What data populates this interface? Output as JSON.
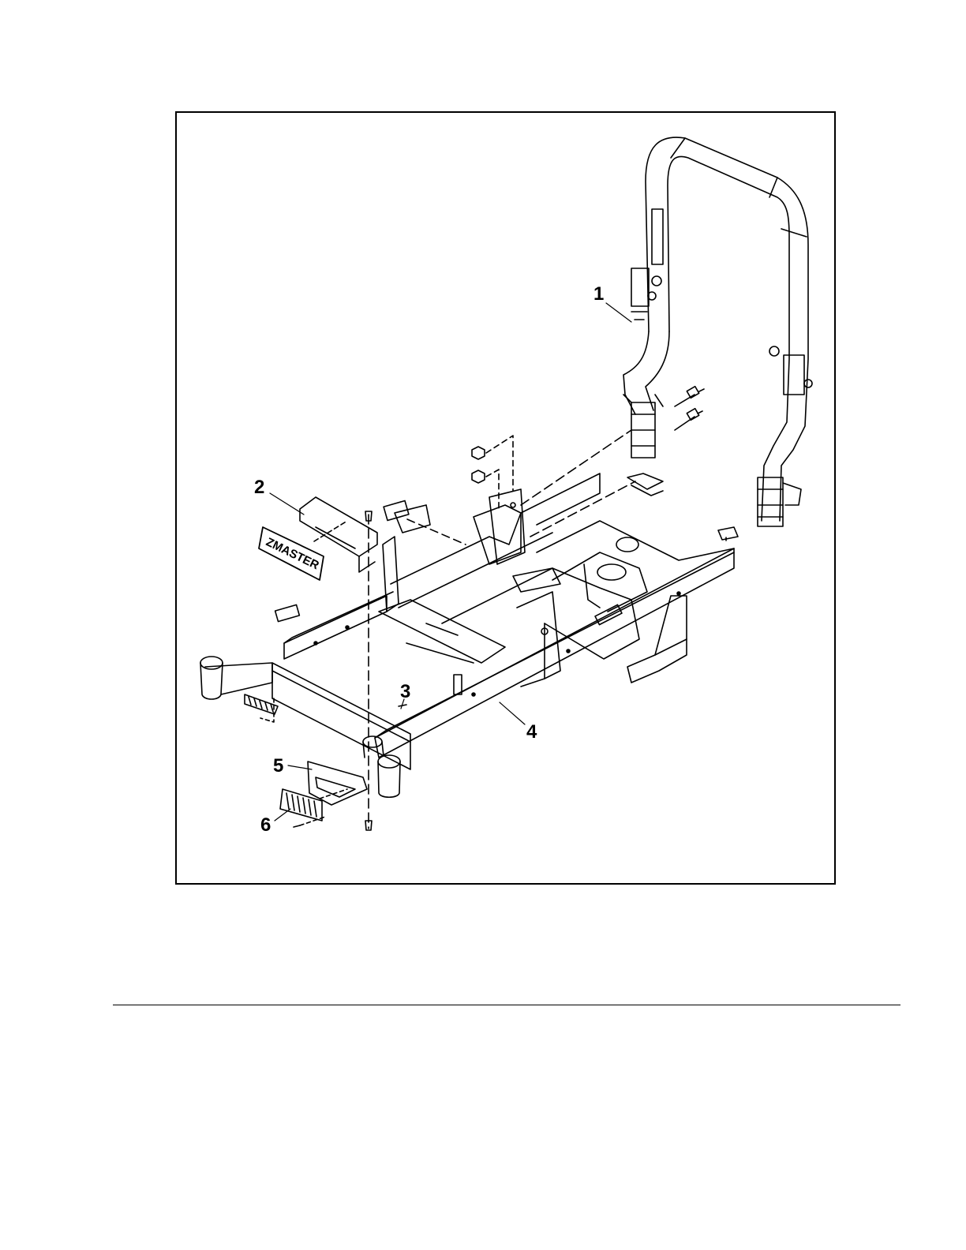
{
  "figure": {
    "logo_text": "ZMASTER",
    "callouts": [
      {
        "id": "1",
        "label": "1"
      },
      {
        "id": "2",
        "label": "2"
      },
      {
        "id": "3",
        "label": "3"
      },
      {
        "id": "4",
        "label": "4"
      },
      {
        "id": "5",
        "label": "5"
      },
      {
        "id": "6",
        "label": "6"
      }
    ]
  }
}
